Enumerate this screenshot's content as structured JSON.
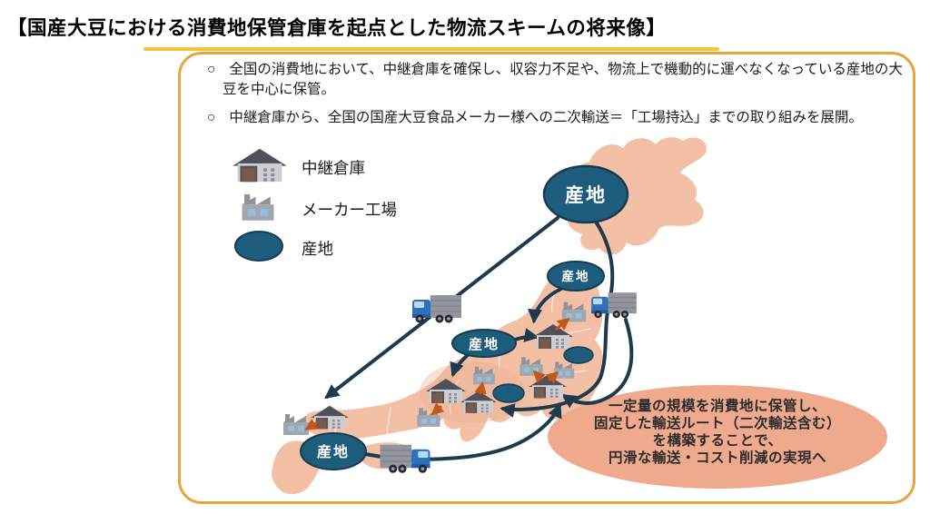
{
  "title": {
    "text": "【国産大豆における消費地保管倉庫を起点とした物流スキームの将来像】"
  },
  "panel": {
    "bullets": [
      {
        "marker": "○",
        "text": "全国の消費地において、中継倉庫を確保し、収容力不足や、物流上で機動的に運べなくなっている産地の大豆を中心に保管。"
      },
      {
        "marker": "○",
        "text": "中継倉庫から、全国の国産大豆食品メーカー様への二次輸送＝「工場持込」までの取り組みを展開。"
      }
    ],
    "legend": {
      "items": [
        {
          "icon": "warehouse-icon",
          "label": "中継倉庫"
        },
        {
          "icon": "factory-icon",
          "label": "メーカー工場"
        },
        {
          "icon": "production-area-ellipse",
          "label": "産地"
        }
      ]
    },
    "map": {
      "production_labels": [
        {
          "area": "hokkaido",
          "text": "産地"
        },
        {
          "area": "tohoku",
          "text": "産地"
        },
        {
          "area": "hokuriku",
          "text": "産地"
        },
        {
          "area": "kyushu",
          "text": "産地"
        }
      ]
    },
    "annotation": {
      "lines": [
        "一定量の規模を消費地に保管し、",
        "固定した輸送ルート（二次輸送含む）",
        "を構築することで、",
        "円滑な輸送・コスト削減の実現へ"
      ]
    }
  },
  "colors": {
    "accent_border": "#e8a33d",
    "title_underline": "#f3c53d",
    "map_land": "#f3c0a6",
    "production_ellipse": "#1e5c7c",
    "flow_arrow": "#1d3a4e",
    "delivery_arrow": "#c2571b",
    "annotation_fill": "#efa98c",
    "truck_cab": "#2e6fbe"
  }
}
